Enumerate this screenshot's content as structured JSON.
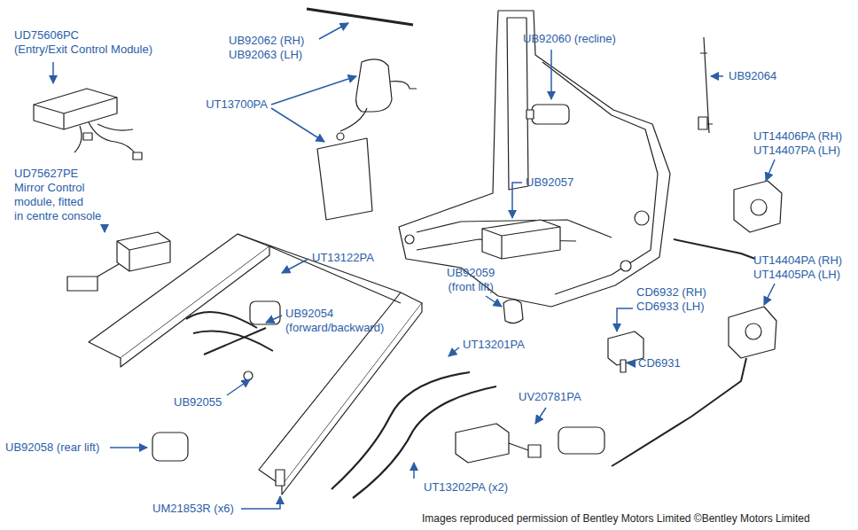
{
  "diagram": {
    "caption": "Images reproduced permission of Bentley Motors Limited ©Bentley Motors Limited",
    "labels": [
      "UD75606PC (Entry/Exit Control Module)",
      "UB92062 (RH) UB92063 (LH)",
      "UB92060 (recline)",
      "UB92064",
      "UT13700PA",
      "UT14406PA (RH) UT14407PA (LH)",
      "UD75627PE Mirror Control module, fitted in centre console",
      "UB92057",
      "UT13122PA",
      "UB92059 (front lift)",
      "UT14404PA (RH) UT14405PA (LH)",
      "UB92054 (forward/backward)",
      "CD6932 (RH) CD6933 (LH)",
      "UT13201PA",
      "CD6931",
      "UV20781PA",
      "UB92055",
      "UB92058 (rear lift)",
      "UT13202PA (x2)",
      "UM21853R (x6)"
    ]
  }
}
